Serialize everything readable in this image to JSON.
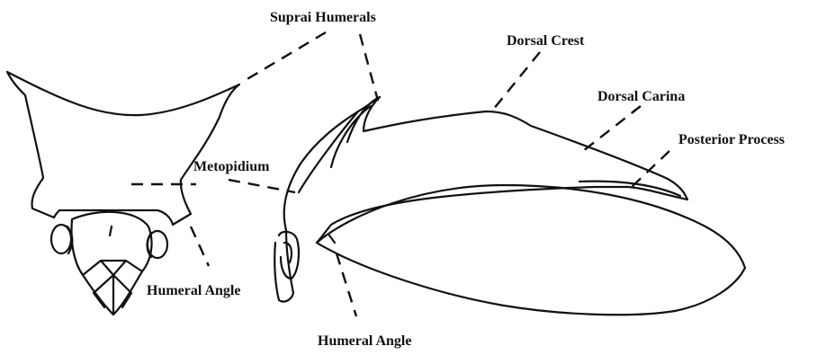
{
  "figure": {
    "background_color": "#ffffff",
    "ink_color": "#111111",
    "labels": {
      "suprahumerals": "Suprai Humerals",
      "dorsal_crest": "Dorsal Crest",
      "dorsal_carina": "Dorsal Carina",
      "posterior_process": "Posterior Process",
      "metopidium": "Metopidium",
      "humeral_angle_front": "Humeral Angle",
      "humeral_angle_side": "Humeral Angle"
    }
  }
}
